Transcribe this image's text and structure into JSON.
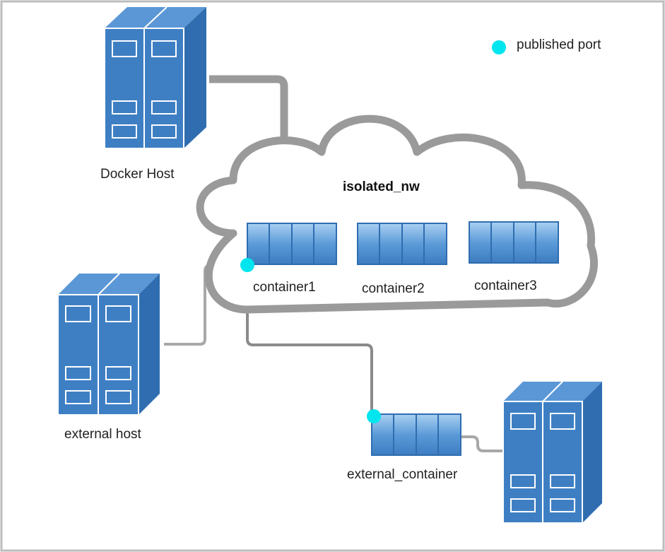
{
  "legend": {
    "label": "published port"
  },
  "network": {
    "name": "isolated_nw"
  },
  "hosts": {
    "docker_host": "Docker Host",
    "external_host": "external host"
  },
  "containers": {
    "c1": "container1",
    "c2": "container2",
    "c3": "container3",
    "external": "external_container"
  },
  "colors": {
    "server_front": "#3e7fc4",
    "server_side": "#2f6db0",
    "server_top": "#5b97d6",
    "container_fill": "#5a9ad8",
    "container_light": "#8fc0ea",
    "cloud_stroke": "#9a9a9a",
    "link": "#9a9a9a",
    "port": "#00e5ee",
    "border": "#bdbdbd"
  }
}
